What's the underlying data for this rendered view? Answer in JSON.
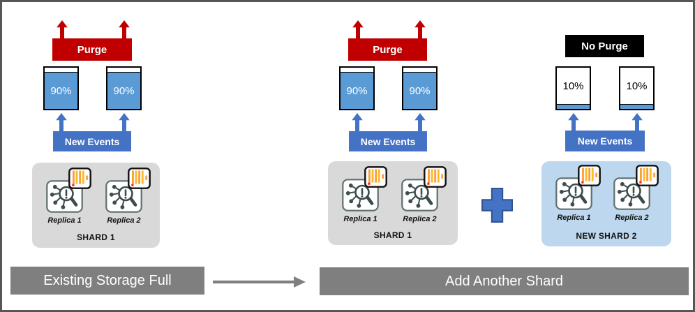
{
  "panels": [
    {
      "purge": {
        "label": "Purge"
      },
      "tanks": [
        {
          "level": "90%"
        },
        {
          "level": "90%"
        }
      ],
      "events": {
        "label": "New Events"
      },
      "shard": {
        "label": "SHARD 1",
        "replicas": [
          {
            "label": "Replica 1"
          },
          {
            "label": "Replica 2"
          }
        ]
      }
    },
    {
      "purge": {
        "label": "Purge"
      },
      "tanks": [
        {
          "level": "90%"
        },
        {
          "level": "90%"
        }
      ],
      "events": {
        "label": "New Events"
      },
      "shard": {
        "label": "SHARD 1",
        "replicas": [
          {
            "label": "Replica 1"
          },
          {
            "label": "Replica 2"
          }
        ]
      }
    },
    {
      "purge": {
        "label": "No Purge"
      },
      "tanks": [
        {
          "level": "10%"
        },
        {
          "level": "10%"
        }
      ],
      "events": {
        "label": "New Events"
      },
      "shard": {
        "label": "NEW SHARD 2",
        "replicas": [
          {
            "label": "Replica 1"
          },
          {
            "label": "Replica 2"
          }
        ]
      }
    }
  ],
  "footer": {
    "before_label": "Existing Storage Full",
    "after_label": "Add Another Shard"
  },
  "colors": {
    "purge_red": "#C00000",
    "no_purge_black": "#000000",
    "tank_fill_blue": "#5B9BD5",
    "events_blue": "#4472C4",
    "plus_blue": "#4472C4",
    "shard_gray": "#D9D9D9",
    "new_shard_light_blue": "#BDD7EE",
    "footer_gray": "#7F7F7F",
    "log_bar_orange": "#F9A13C",
    "alert_red_dot": "#F5291D"
  },
  "icons": {
    "cluster": "cluster-alert-icon",
    "log": "log-file-icon",
    "purge_arrow": "up-arrow-icon",
    "events_arrow": "up-arrow-icon",
    "plus": "plus-icon",
    "flow": "right-arrow-icon"
  }
}
